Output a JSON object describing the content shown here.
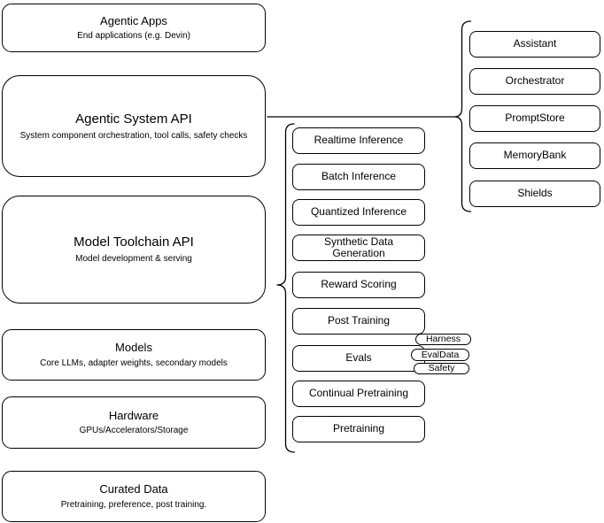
{
  "diagram": {
    "left_stack": [
      {
        "title": "Agentic Apps",
        "subtitle": "End applications (e.g. Devin)"
      },
      {
        "title": "Agentic System API",
        "subtitle": "System component orchestration, tool calls, safety checks"
      },
      {
        "title": "Model Toolchain API",
        "subtitle": "Model development & serving"
      },
      {
        "title": "Models",
        "subtitle": "Core LLMs, adapter weights, secondary models"
      },
      {
        "title": "Hardware",
        "subtitle": "GPUs/Accelerators/Storage"
      },
      {
        "title": "Curated Data",
        "subtitle": "Pretraining, preference, post training."
      }
    ],
    "toolchain": {
      "items": [
        "Realtime Inference",
        "Batch Inference",
        "Quantized Inference",
        "Synthetic Data Generation",
        "Reward Scoring",
        "Post Training",
        "Evals",
        "Continual Pretraining",
        "Pretraining"
      ],
      "eval_tags": [
        "Harness",
        "EvalData",
        "Safety"
      ]
    },
    "components": {
      "items": [
        "Assistant",
        "Orchestrator",
        "PromptStore",
        "MemoryBank",
        "Shields"
      ]
    },
    "colors": {
      "stroke": "#000000",
      "fill": "#ffffff",
      "text": "#000000"
    }
  }
}
